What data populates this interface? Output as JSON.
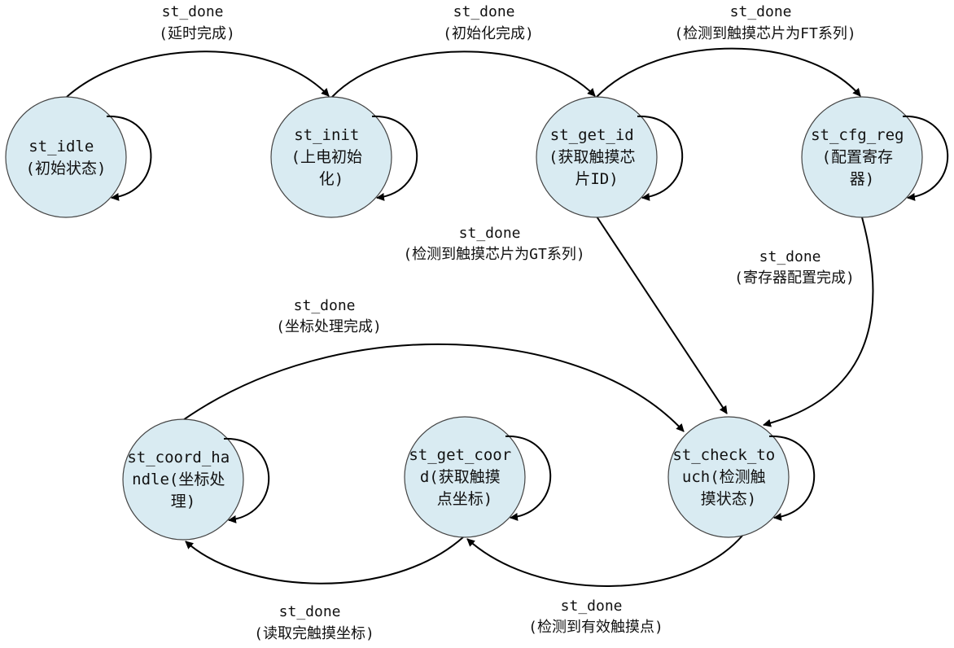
{
  "states": {
    "idle": {
      "lines": [
        "st_idle",
        "(初始状态)"
      ]
    },
    "init": {
      "lines": [
        "st_init",
        "(上电初始",
        "化)"
      ]
    },
    "getid": {
      "lines": [
        "st_get_id",
        "(获取触摸芯",
        "片ID)"
      ]
    },
    "cfg": {
      "lines": [
        "st_cfg_reg",
        "(配置寄存",
        "器)"
      ]
    },
    "coordh": {
      "lines": [
        "st_coord_ha",
        "ndle(坐标处",
        "理)"
      ]
    },
    "getc": {
      "lines": [
        "st_get_coor",
        "d(获取触摸",
        "点坐标)"
      ]
    },
    "check": {
      "lines": [
        "st_check_to",
        "uch(检测触",
        "摸状态)"
      ]
    }
  },
  "transitions": {
    "idle_init": {
      "lines": [
        "st_done",
        "(延时完成)"
      ]
    },
    "init_getid": {
      "lines": [
        "st_done",
        "(初始化完成)"
      ]
    },
    "getid_cfg": {
      "lines": [
        "st_done",
        "(检测到触摸芯片为FT系列)"
      ]
    },
    "getid_check": {
      "lines": [
        "st_done",
        "(检测到触摸芯片为GT系列)"
      ]
    },
    "cfg_check": {
      "lines": [
        "st_done",
        "(寄存器配置完成)"
      ]
    },
    "coordh_check": {
      "lines": [
        "st_done",
        "(坐标处理完成)"
      ]
    },
    "getc_coordh": {
      "lines": [
        "st_done",
        "(读取完触摸坐标)"
      ]
    },
    "check_getc": {
      "lines": [
        "st_done",
        "(检测到有效触摸点)"
      ]
    }
  }
}
